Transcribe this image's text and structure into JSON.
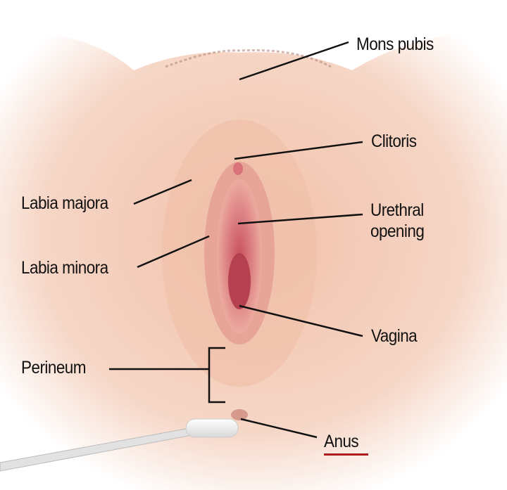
{
  "labels": {
    "mons_pubis": "Mons pubis",
    "clitoris": "Clitoris",
    "labia_majora": "Labia majora",
    "urethral_opening_1": "Urethral",
    "urethral_opening_2": "opening",
    "labia_minora": "Labia minora",
    "vagina": "Vagina",
    "perineum": "Perineum",
    "anus": "Anus"
  },
  "colors": {
    "skin": "#f3cbb5",
    "tissue": "#d9737a",
    "leader_line": "#111111",
    "highlight_underline": "#b01c1c"
  }
}
